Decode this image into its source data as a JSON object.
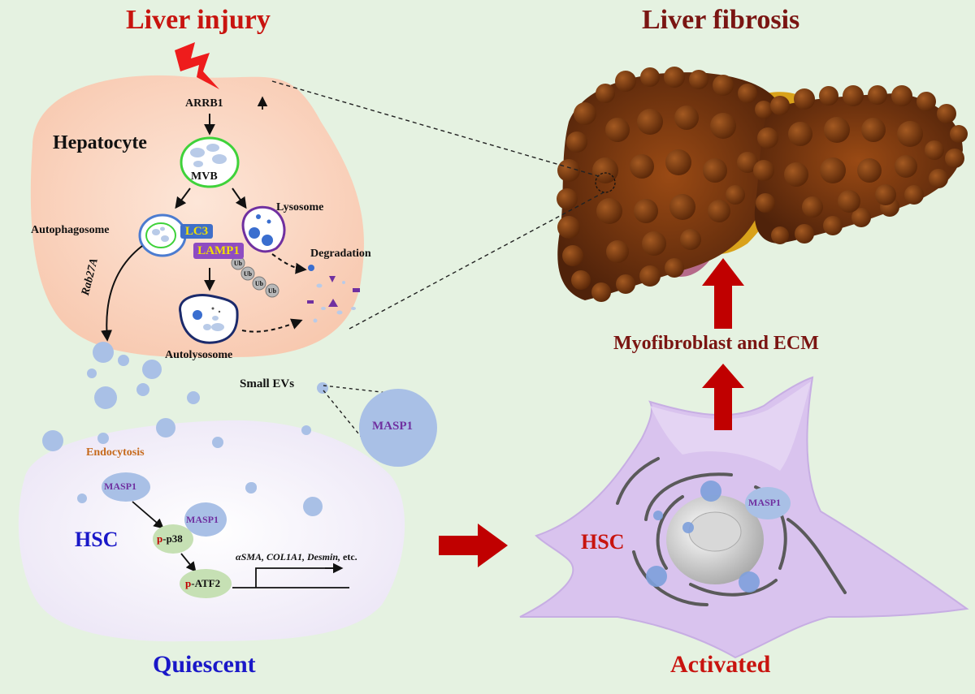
{
  "titles": {
    "liver_injury": "Liver injury",
    "liver_fibrosis": "Liver fibrosis",
    "quiescent": "Quiescent",
    "activated": "Activated"
  },
  "hepatocyte": {
    "label": "Hepatocyte",
    "arrb1": "ARRB1",
    "mvb": "MVB",
    "autophagosome": "Autophagosome",
    "lysosome": "Lysosome",
    "lc3": "LC3",
    "lamp1": "LAMP1",
    "ub": "Ub",
    "degradation": "Degradation",
    "autolysosome": "Autolysosome",
    "rab27a": "Rab27A"
  },
  "evs": {
    "small_evs": "Small EVs",
    "masp1": "MASP1"
  },
  "quiescent_hsc": {
    "hsc": "HSC",
    "endocytosis": "Endocytosis",
    "masp1": "MASP1",
    "p_prefix": "p",
    "p38": "-p38",
    "atf2": "-ATF2",
    "genes": "αSMA, COL1A1, Desmin,",
    "etc": " etc."
  },
  "activated_hsc": {
    "hsc": "HSC",
    "masp1": "MASP1"
  },
  "myofibroblast": "Myofibroblast and ECM",
  "colors": {
    "injury_red": "#c8140f",
    "fibrosis_red": "#7a1512",
    "arrow_red": "#c00000",
    "hsc_blue": "#1a18c8",
    "masp1_purple": "#7030a0",
    "vesicle_blue": "#a9c0e6",
    "liver_brown": "#6b300e"
  }
}
